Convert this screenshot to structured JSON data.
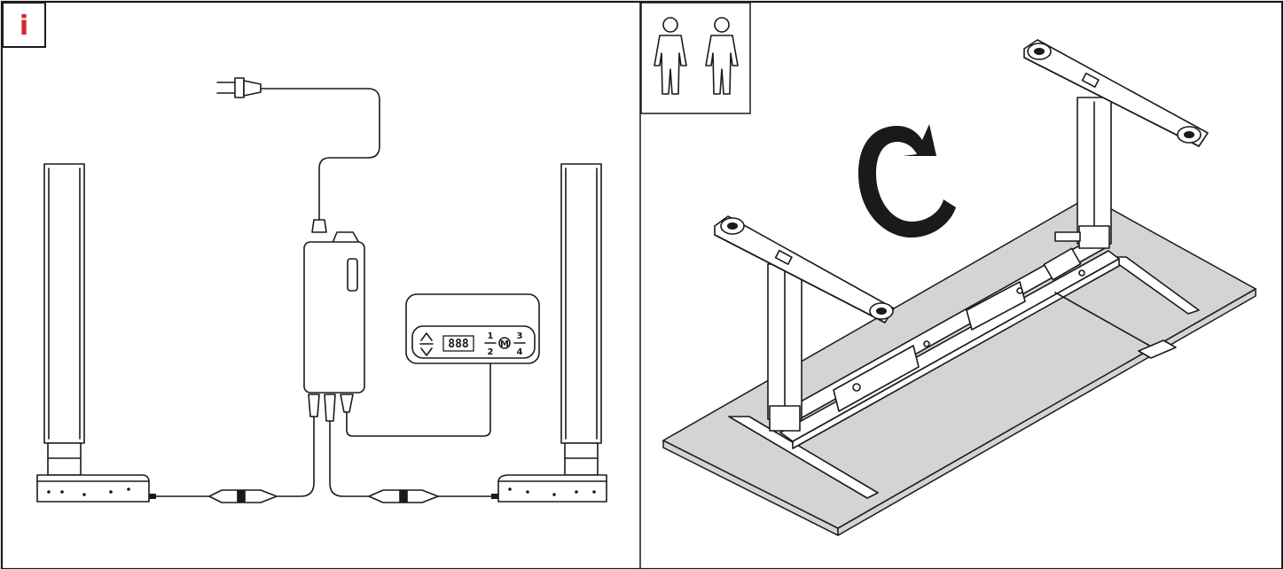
{
  "info_badge": {
    "label": "i",
    "color": "#d7262f"
  },
  "control_panel": {
    "display": "888",
    "preset_1": "1",
    "preset_2": "2",
    "preset_3": "3",
    "preset_4": "4",
    "memory": "M"
  },
  "colors": {
    "ink": "#1a1a1a",
    "tabletop": "#d4d4d4",
    "paper": "#ffffff"
  },
  "icons": [
    "info-icon",
    "two-persons-icon",
    "rotate-arrow-icon",
    "power-plug-icon",
    "up-arrow-icon",
    "down-arrow-icon"
  ]
}
